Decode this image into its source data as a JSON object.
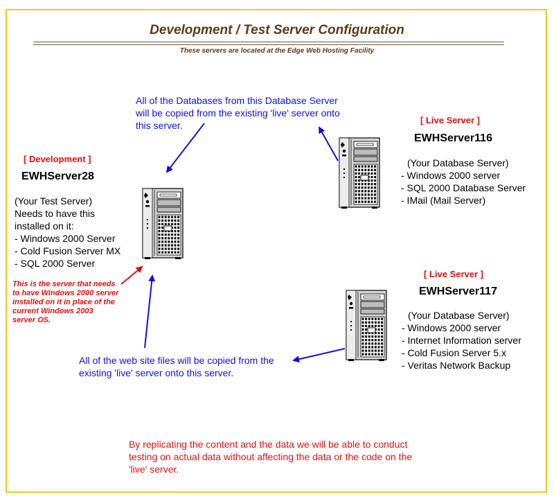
{
  "title": "Development / Test Server Configuration",
  "subtitle": "These servers are located at the Edge Web Hosting Facility",
  "colors": {
    "border": "#f2c81c",
    "title": "#5a3a1a",
    "red": "#e01010",
    "blue": "#1010e0"
  },
  "dev_server": {
    "tag": "[ Development ]",
    "name": "EWHServer28",
    "lines": [
      "(Your Test Server)",
      "Needs to have this",
      "installed on it:",
      "- Windows 2000 Server",
      "- Cold Fusion Server MX",
      "- SQL 2000 Server"
    ],
    "note": [
      "This is the server that needs",
      "to have Windows 2000 server",
      "installed on it in place of the",
      "current Windows 2003",
      "server OS."
    ]
  },
  "live116": {
    "tag": "[ Live Server ]",
    "name": "EWHServer116",
    "lines": [
      "(Your Database Server)",
      "- Windows 2000 server",
      "- SQL 2000 Database Server",
      "- IMail (Mail Server)"
    ]
  },
  "live117": {
    "tag": "[ Live Server ]",
    "name": "EWHServer117",
    "lines": [
      "(Your Database Server)",
      "- Windows 2000 server",
      "- Internet Information server",
      "- Cold Fusion Server 5.x",
      "- Veritas Network Backup"
    ]
  },
  "db_note": [
    "All of the Databases from this Database Server",
    "will be copied from the existing 'live' server onto",
    "this server."
  ],
  "web_note": [
    "All of the web site files will be copied from the",
    "existing 'live' server onto this server."
  ],
  "bottom_note": [
    "By replicating the content and the data we will be able to conduct",
    "testing on actual data without affecting the data or the code on the",
    "'live' server."
  ],
  "icons": [
    "server-tower-icon"
  ]
}
